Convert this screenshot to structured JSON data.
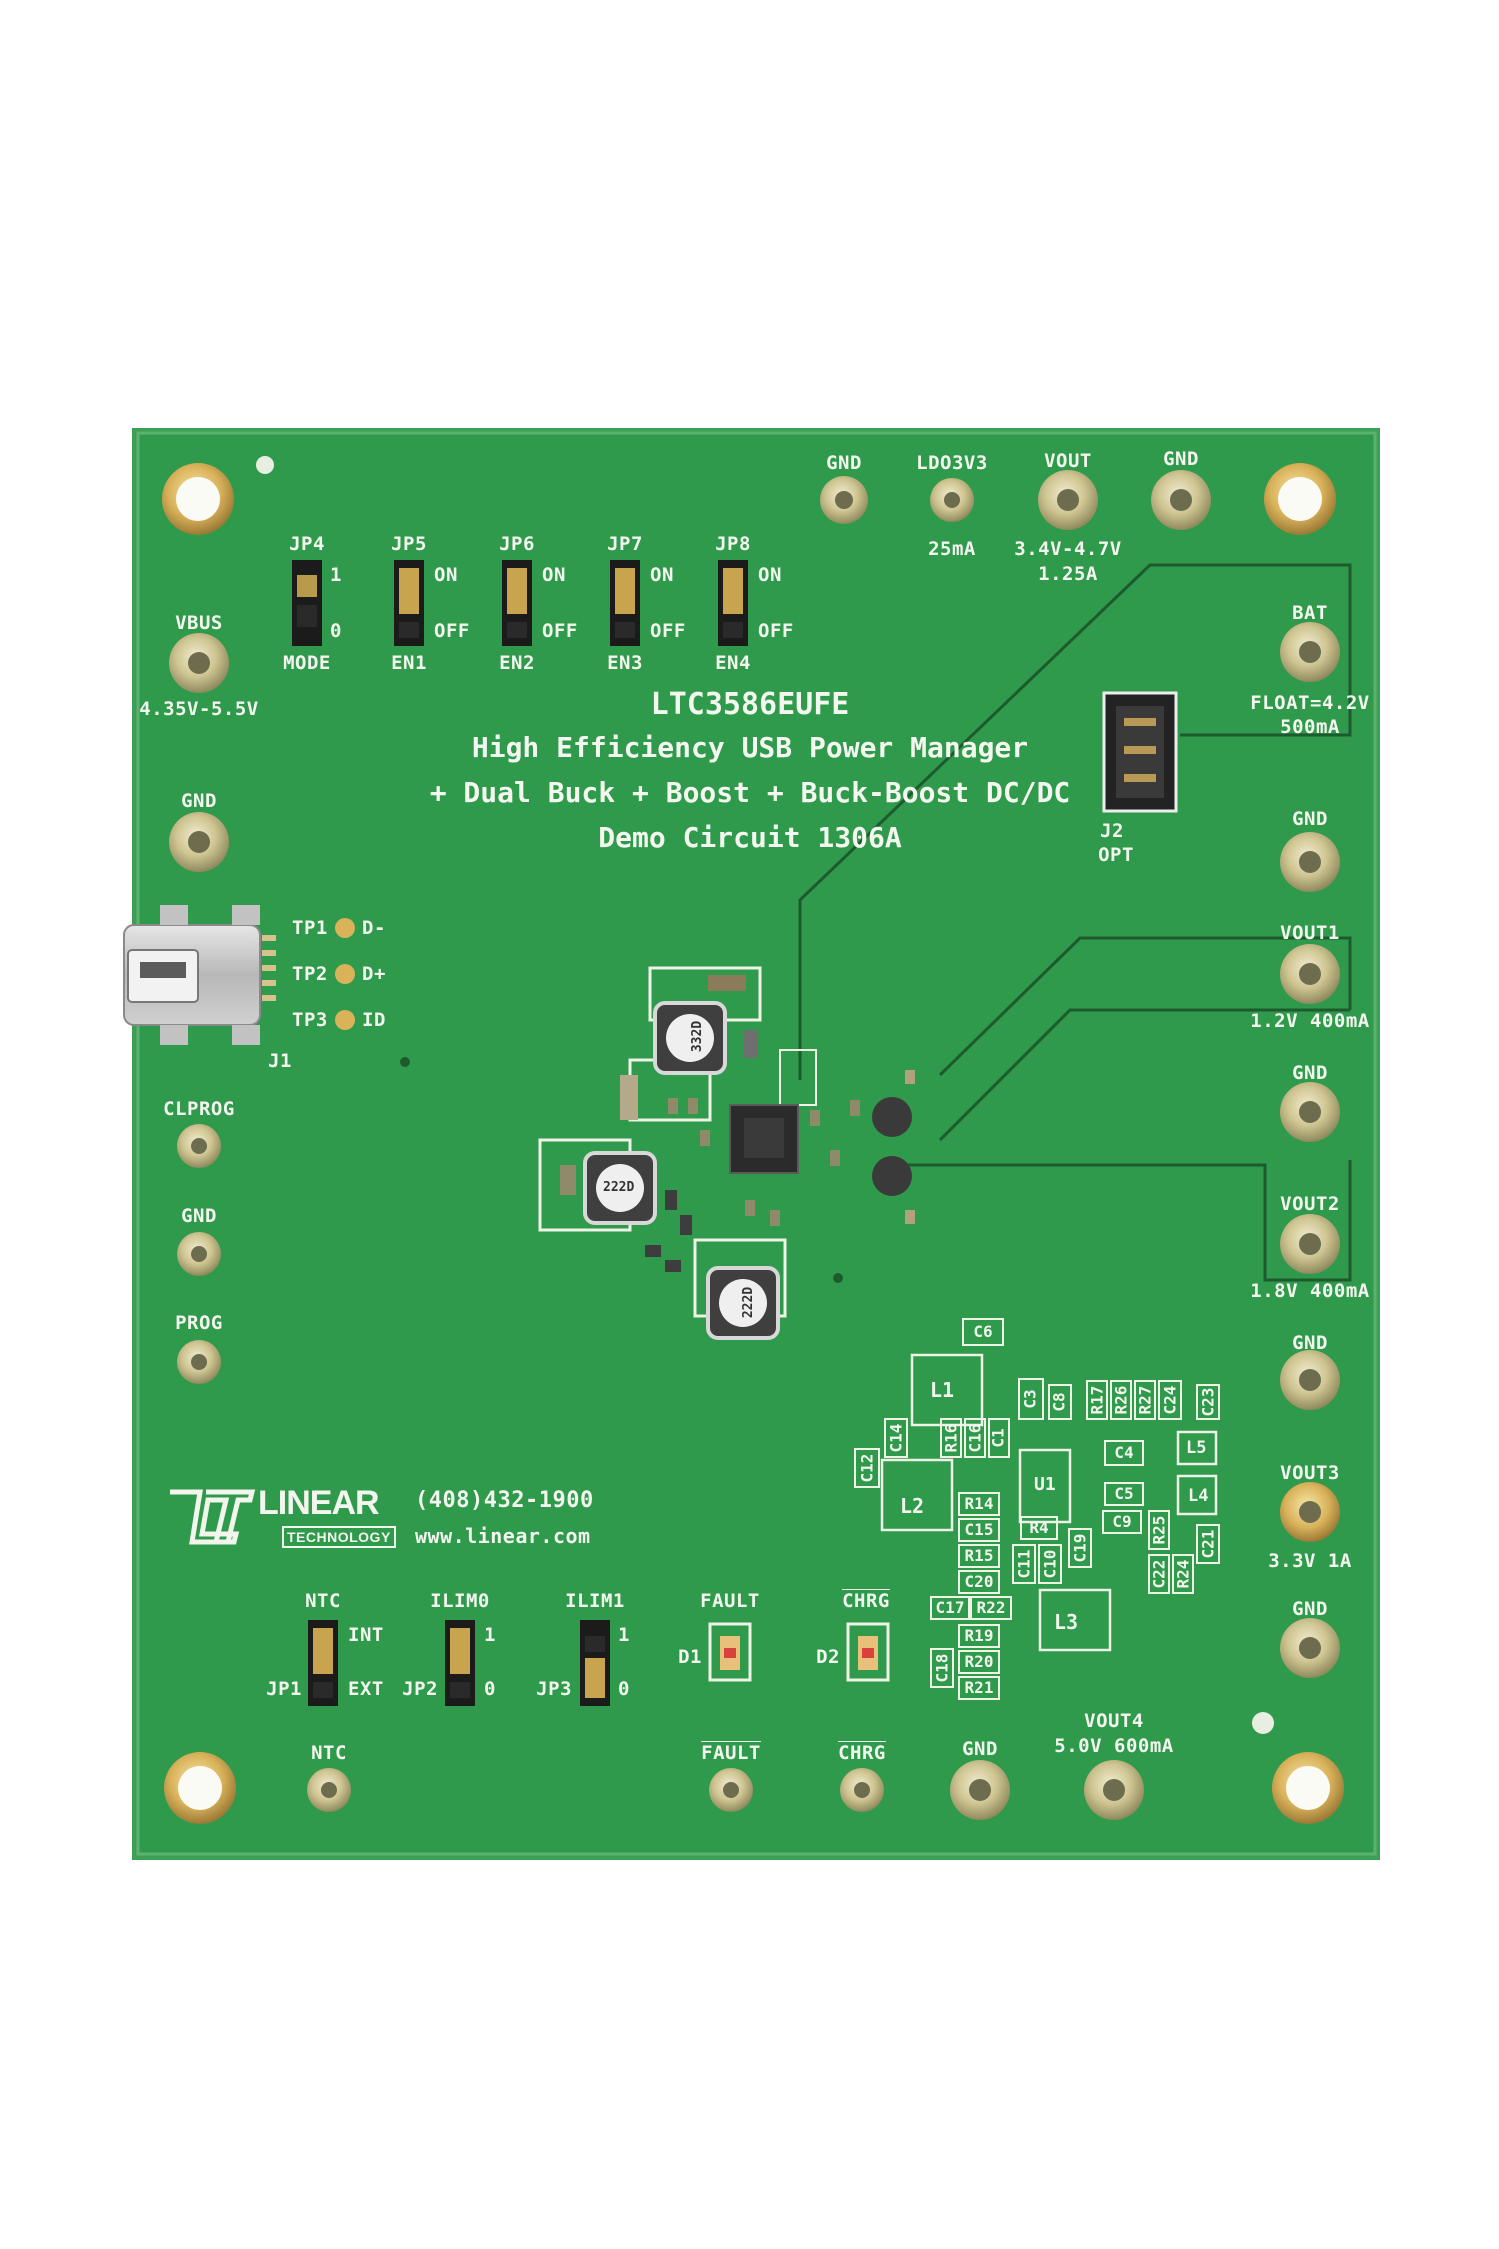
{
  "board": {
    "part_number": "LTC3586EUFE",
    "title_line1": "High Efficiency USB Power Manager",
    "title_line2": "+ Dual Buck + Boost + Buck-Boost DC/DC",
    "title_line3": "Demo Circuit 1306A",
    "phone": "(408)432-1900",
    "website": "www.linear.com",
    "logo_word": "LINEAR",
    "logo_sub": "TECHNOLOGY",
    "colors": {
      "pcb": "#2f9a4c",
      "silkscreen": "#f3f6ee",
      "pad": "#d8cfa0"
    }
  },
  "top_terminals": {
    "gnd1": "GND",
    "ldo": "LDO3V3",
    "ldo_current": "25mA",
    "vout": "VOUT",
    "vout_range": "3.4V-4.7V",
    "vout_current": "1.25A",
    "gnd2": "GND"
  },
  "left_terminals": {
    "vbus": "VBUS",
    "vbus_range": "4.35V-5.5V",
    "gnd": "GND",
    "clprog": "CLPROG",
    "gnd2": "GND",
    "prog": "PROG"
  },
  "right_terminals": {
    "bat": "BAT",
    "float": "FLOAT=4.2V",
    "bat_current": "500mA",
    "gnd1": "GND",
    "vout1": "VOUT1",
    "vout1_spec": "1.2V 400mA",
    "gnd2": "GND",
    "vout2": "VOUT2",
    "vout2_spec": "1.8V 400mA",
    "gnd3": "GND",
    "vout3": "VOUT3",
    "vout3_spec": "3.3V 1A",
    "gnd4": "GND"
  },
  "bottom_terminals": {
    "ntc": "NTC",
    "fault": "FAULT",
    "chrg": "CHRG",
    "gnd": "GND",
    "vout4": "VOUT4",
    "vout4_spec": "5.0V 600mA"
  },
  "jumpers_top": [
    {
      "ref": "JP4",
      "upper": "1",
      "lower": "0",
      "name": "MODE"
    },
    {
      "ref": "JP5",
      "upper": "ON",
      "lower": "OFF",
      "name": "EN1"
    },
    {
      "ref": "JP6",
      "upper": "ON",
      "lower": "OFF",
      "name": "EN2"
    },
    {
      "ref": "JP7",
      "upper": "ON",
      "lower": "OFF",
      "name": "EN3"
    },
    {
      "ref": "JP8",
      "upper": "ON",
      "lower": "OFF",
      "name": "EN4"
    }
  ],
  "jumpers_bottom": [
    {
      "ref": "JP1",
      "name": "NTC",
      "upper": "INT",
      "lower": "EXT"
    },
    {
      "ref": "JP2",
      "name": "ILIM0",
      "upper": "1",
      "lower": "0"
    },
    {
      "ref": "JP3",
      "name": "ILIM1",
      "upper": "1",
      "lower": "0"
    }
  ],
  "usb": {
    "ref": "J1",
    "tp1": "TP1",
    "tp1_sig": "D-",
    "tp2": "TP2",
    "tp2_sig": "D+",
    "tp3": "TP3",
    "tp3_sig": "ID"
  },
  "connector_j2": {
    "ref": "J2",
    "note": "OPT"
  },
  "leds": {
    "d1": "D1",
    "d1_label": "FAULT",
    "d2": "D2",
    "d2_label": "CHRG"
  },
  "inductor_marks": {
    "top": "332D",
    "left": "222D",
    "bottom": "222D"
  },
  "refdes": {
    "c6": "C6",
    "l1": "L1",
    "c3": "C3",
    "c8": "C8",
    "r17": "R17",
    "r26": "R26",
    "r27": "R27",
    "c24": "C24",
    "c23": "C23",
    "c14": "C14",
    "r16": "R16",
    "c16": "C16",
    "c1": "C1",
    "c4": "C4",
    "l5": "L5",
    "c12": "C12",
    "u1": "U1",
    "r14": "R14",
    "c15": "C15",
    "r15": "R15",
    "c20": "C20",
    "l2": "L2",
    "r4": "R4",
    "c5": "C5",
    "c9": "C9",
    "l4": "L4",
    "c11": "C11",
    "c10": "C10",
    "c19": "C19",
    "r25": "R25",
    "c22": "C22",
    "r24": "R24",
    "c21": "C21",
    "c17": "C17",
    "r22": "R22",
    "r19": "R19",
    "c18": "C18",
    "r20": "R20",
    "r21": "R21",
    "l3": "L3"
  }
}
